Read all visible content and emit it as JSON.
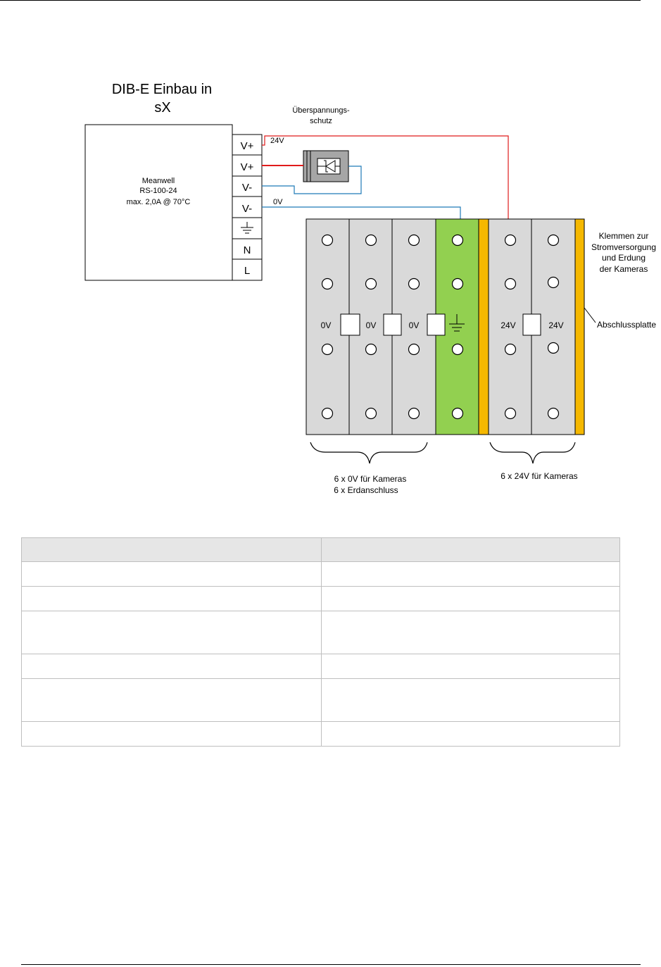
{
  "diagram": {
    "title_line1": "DIB-E Einbau in",
    "title_line2": "sX",
    "surge_label_line1": "Überspannungs-",
    "surge_label_line2": "schutz",
    "psu": {
      "name": "Meanwell",
      "model": "RS-100-24",
      "rating": "max. 2,0A @ 70°C",
      "terminals": [
        "V+",
        "V+",
        "V-",
        "V-",
        "",
        "N",
        "L"
      ]
    },
    "wire_labels": {
      "positive": "24V",
      "negative": "0V"
    },
    "terminal_block_labels": {
      "zero_v": "0V",
      "twenty_four_v": "24V"
    },
    "callouts": {
      "clamps_line1": "Klemmen zur",
      "clamps_line2": "Stromversorgung",
      "clamps_line3": "und Erdung",
      "clamps_line4": "der Kameras",
      "end_plate": "Abschlussplatte"
    },
    "brace_labels": {
      "left_line1": "6 x 0V für Kameras",
      "left_line2": "6 x Erdanschluss",
      "right": "6 x 24V für Kameras"
    },
    "colors": {
      "wire_red": "#e01b1b",
      "wire_blue": "#1f7ab8",
      "terminal_grey": "#d9d9d9",
      "ground_green": "#92d050",
      "end_plate_yellow": "#f5b800",
      "surge_grey": "#a6a6a6"
    }
  },
  "table": {
    "rows": [
      [
        "",
        ""
      ],
      [
        "",
        ""
      ],
      [
        "",
        ""
      ],
      [
        "",
        ""
      ],
      [
        "",
        ""
      ],
      [
        "",
        ""
      ],
      [
        "",
        ""
      ]
    ]
  }
}
